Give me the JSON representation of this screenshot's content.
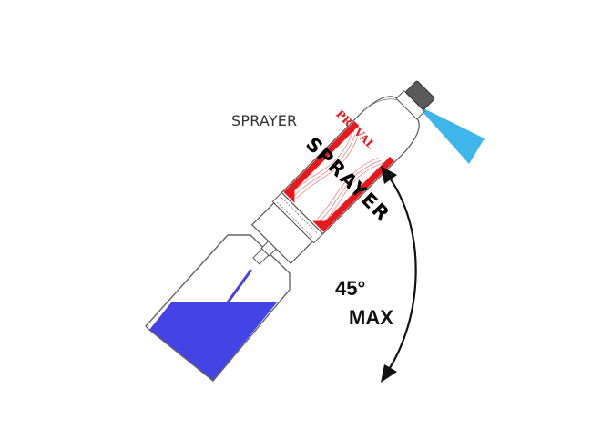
{
  "diagram": {
    "label": "SPRAYER",
    "can": {
      "brand": "PREVAL",
      "product": "SPRAYER",
      "colors": {
        "accent_red": "#e8191c",
        "cap_gray": "#5a5a5a",
        "outline": "#555555"
      }
    },
    "spray": {
      "color": "#3fb6ea"
    },
    "jar": {
      "liquid_color": "#4343e6"
    },
    "angle": {
      "value": "45°",
      "note": "MAX",
      "arrow_color": "#111111"
    }
  }
}
